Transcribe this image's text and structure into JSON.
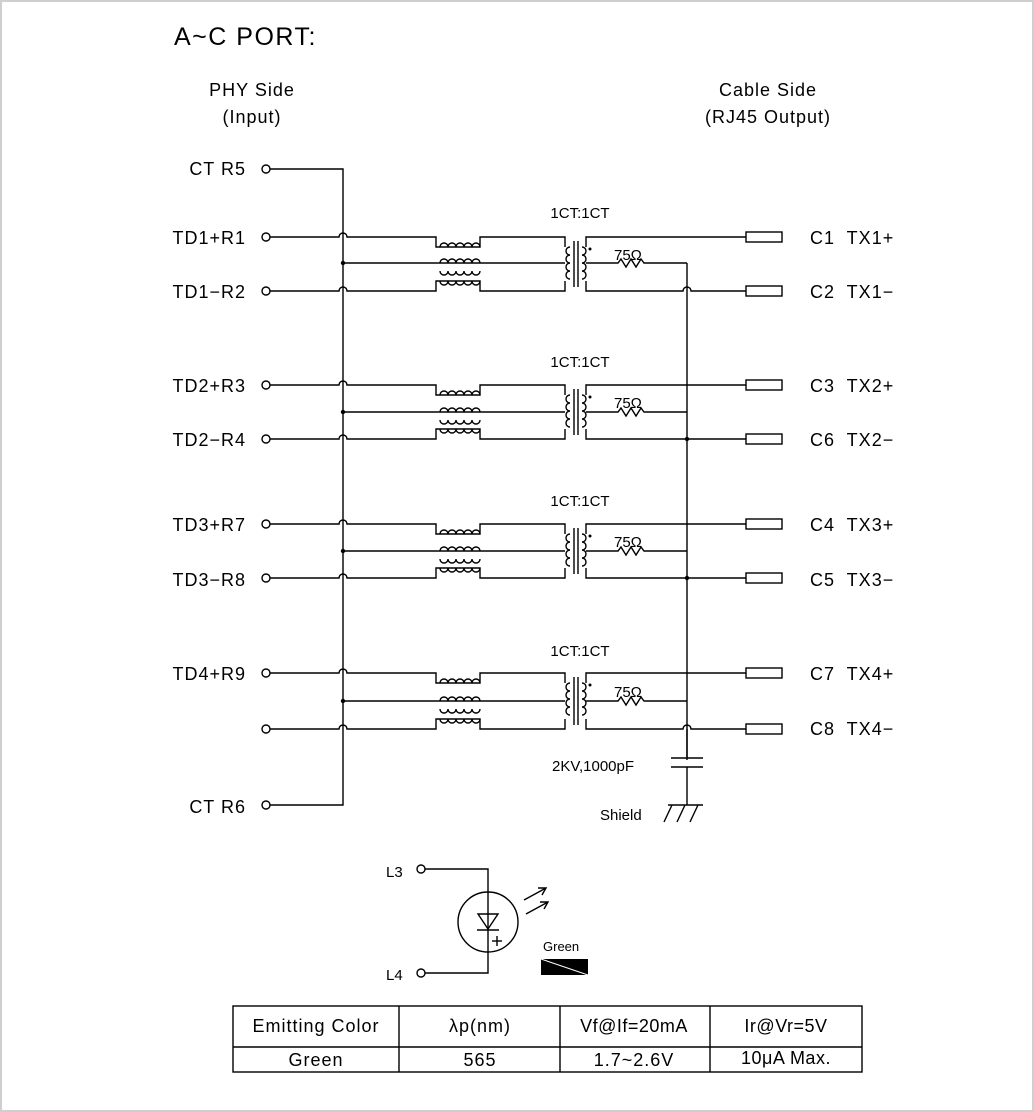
{
  "title": "A~C PORT:",
  "phy_side": {
    "line1": "PHY Side",
    "line2": "(Input)"
  },
  "cable_side": {
    "line1": "Cable Side",
    "line2": "(RJ45 Output)"
  },
  "left_pins": [
    "CT R5",
    "TD1+R1",
    "TD1−R2",
    "TD2+R3",
    "TD2−R4",
    "TD3+R7",
    "TD3−R8",
    "TD4+R9",
    "",
    "CT R6"
  ],
  "right_pins": [
    "C1  TX1+",
    "C2  TX1−",
    "C3  TX2+",
    "C6  TX2−",
    "C4  TX3+",
    "C5  TX3−",
    "C7  TX4+",
    "C8  TX4−"
  ],
  "ratio_label": "1CT:1CT",
  "resistor_label": "75Ω",
  "capacitor_label": "2KV,1000pF",
  "shield_label": "Shield",
  "led": {
    "pin_top": "L3",
    "pin_bottom": "L4",
    "color_label": "Green"
  },
  "table": {
    "headers": [
      "Emitting Color",
      "λp(nm)",
      "Vf@If=20mA",
      "Ir@Vr=5V"
    ],
    "row": [
      "Green",
      "565",
      "1.7~2.6V",
      "10μA Max."
    ]
  }
}
